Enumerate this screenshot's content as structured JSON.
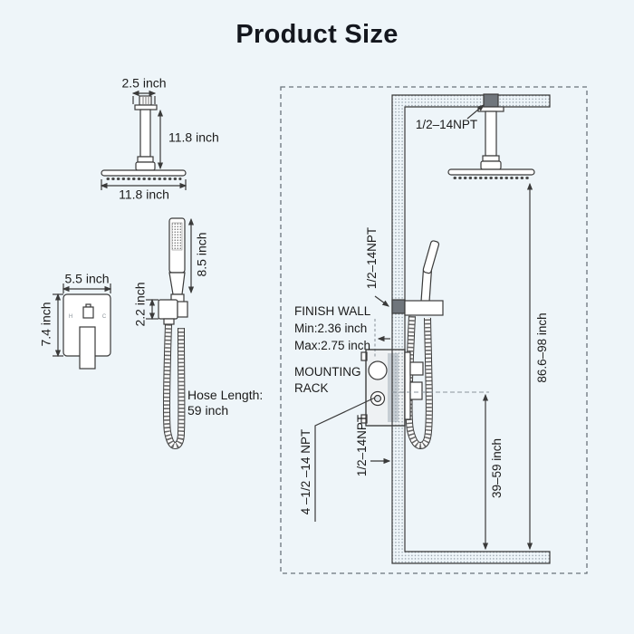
{
  "title": "Product Size",
  "colors": {
    "background": "#eef5f9",
    "line": "#3a3a3a",
    "text": "#1b1b1b"
  },
  "overhead_shower": {
    "arm_flange_width": "2.5 inch",
    "arm_drop": "11.8 inch",
    "head_diameter": "11.8 inch"
  },
  "hand_shower": {
    "wand_length": "8.5 inch",
    "holder_height": "2.2 inch",
    "hose_label": "Hose Length:",
    "hose_value": "59 inch"
  },
  "valve_trim": {
    "plate_width": "5.5 inch",
    "plate_height": "7.4 inch",
    "hot_mark": "H",
    "cold_mark": "C"
  },
  "installation": {
    "ceiling_connection": "1/2–14NPT",
    "wall_connection": "1/2–14NPT",
    "finish_wall_title": "FINISH WALL",
    "finish_wall_min": "Min:2.36 inch",
    "finish_wall_max": "Max:2.75 inch",
    "mounting_rack_line1": "MOUNTING",
    "mounting_rack_line2": "RACK",
    "rack_connections": "4 –1/2 –14 NPT",
    "supply_connection": "1/2–14NPT",
    "overhead_height_range": "86.6–98 inch",
    "valve_height_range": "39–59 inch"
  }
}
